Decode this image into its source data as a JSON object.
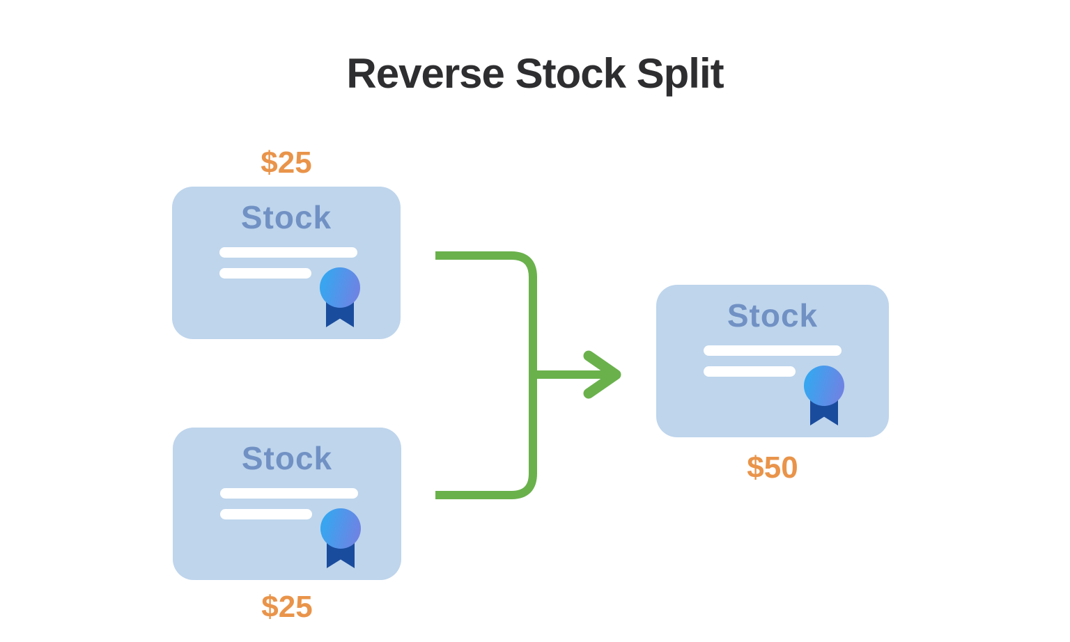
{
  "title": "Reverse Stock Split",
  "cards": [
    {
      "label": "Stock",
      "price": "$25",
      "position": "top-left",
      "price_position": "above"
    },
    {
      "label": "Stock",
      "price": "$25",
      "position": "bottom-left",
      "price_position": "below"
    },
    {
      "label": "Stock",
      "price": "$50",
      "position": "right",
      "price_position": "below"
    }
  ],
  "connector": {
    "type": "merge-bracket-arrow",
    "direction": "left-to-right"
  },
  "colors": {
    "background": "#ffffff",
    "title_text": "#2e2e30",
    "card_fill": "#bed5ec",
    "card_label": "#7191c4",
    "cert_line": "#ffffff",
    "price_text": "#e9944a",
    "arrow_green": "#6ab14c",
    "seal_gradient_start": "#38a5f0",
    "seal_gradient_end": "#7380e2",
    "seal_ribbon": "#1a4c9d"
  }
}
